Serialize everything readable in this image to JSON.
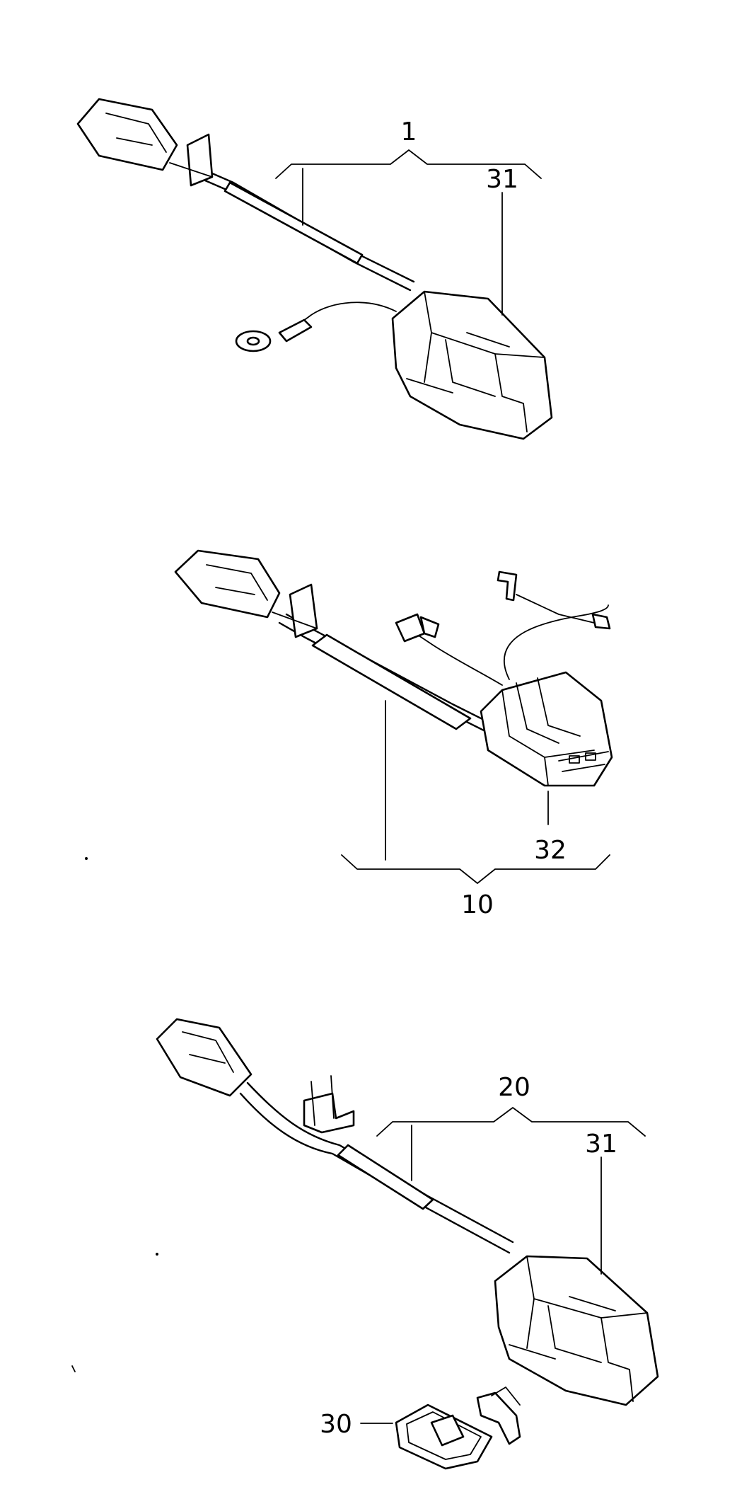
{
  "callouts": {
    "asm_1": "1",
    "part_31_top": "31",
    "part_32": "32",
    "asm_10": "10",
    "asm_20": "20",
    "part_31_bottom": "31",
    "part_30": "30"
  }
}
